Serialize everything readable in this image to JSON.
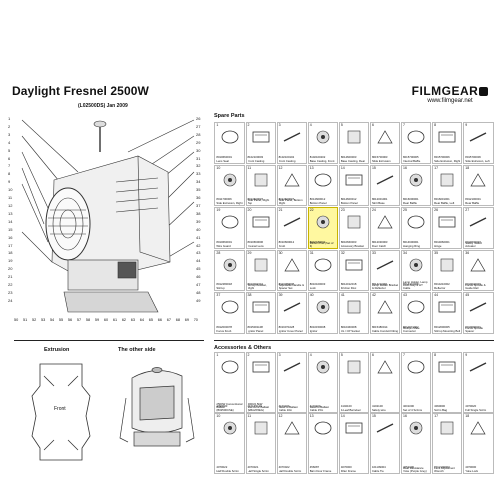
{
  "header": {
    "title": "Daylight Fresnel 2500W",
    "subtitle": "(L02500DS) Jan 2009",
    "brand": "FILMGEAR",
    "url": "www.filmgear.net"
  },
  "sections": {
    "spare_parts": "Spare Parts",
    "accessories": "Accessories & Others",
    "extrusion": "Extrusion",
    "other_side": "The other side",
    "front_label": "Front"
  },
  "callouts": {
    "left": [
      "1",
      "2",
      "3",
      "4",
      "5",
      "6",
      "7",
      "8",
      "9",
      "10",
      "11",
      "12",
      "13",
      "14",
      "15",
      "16",
      "17",
      "18",
      "19",
      "20",
      "21",
      "22",
      "23",
      "24"
    ],
    "right": [
      "26",
      "27",
      "28",
      "29",
      "30",
      "31",
      "32",
      "33",
      "34",
      "35",
      "36",
      "37",
      "38",
      "39",
      "40",
      "41",
      "42",
      "43",
      "44",
      "45",
      "46",
      "47",
      "48",
      "49"
    ],
    "bottom": [
      "50",
      "51",
      "52",
      "53",
      "54",
      "55",
      "56",
      "57",
      "58",
      "59",
      "60",
      "61",
      "62",
      "63",
      "64",
      "65",
      "66",
      "67",
      "68",
      "69",
      "70"
    ]
  },
  "spare_parts": [
    {
      "num": "1",
      "code": "8010660001",
      "desc": "Lens Seal"
    },
    {
      "num": "2",
      "code": "8102100003",
      "desc": "Front Casting"
    },
    {
      "num": "3",
      "code": "8102100102",
      "desc": "Front Casting"
    },
    {
      "num": "4",
      "code": "8102100202",
      "desc": "Base Casting, Front"
    },
    {
      "num": "5",
      "code": "8014600003",
      "desc": "Base Casting, Rear"
    },
    {
      "num": "6",
      "code": "8015700003",
      "desc": "Slide Extrusion"
    },
    {
      "num": "7",
      "code": "8015700005",
      "desc": "Internal Baffle"
    },
    {
      "num": "8",
      "code": "8015700006",
      "desc": "Side Extrusion, Right"
    },
    {
      "num": "9",
      "code": "8015700006",
      "desc": "Side Extrusion, Left"
    },
    {
      "num": "10",
      "code": "8011700006",
      "desc": "Side Extrusion, Right"
    },
    {
      "num": "11",
      "code": "8014600007",
      "desc": "Side Panel, Right Top"
    },
    {
      "num": "12",
      "code": "8014600007",
      "desc": "Side Panel, Bottom Right"
    },
    {
      "num": "13",
      "code": "8014600012",
      "desc": "Bottom Panel"
    },
    {
      "num": "14",
      "code": "8014600012",
      "desc": "Bottom Panel"
    },
    {
      "num": "15",
      "code": "8012001001",
      "desc": "Skirt Base"
    },
    {
      "num": "16",
      "code": "8016000001",
      "desc": "Rear Baffle"
    },
    {
      "num": "17",
      "code": "8016001001",
      "desc": "Rear Baffle, Left"
    },
    {
      "num": "18",
      "code": "8012100001",
      "desc": "Rear Baffle"
    },
    {
      "num": "19",
      "code": "8010660001",
      "desc": "Wire Guard"
    },
    {
      "num": "20",
      "code": "8010660006",
      "desc": "Fresnel Lens"
    },
    {
      "num": "21",
      "code": "8010660012",
      "desc": "Knob"
    },
    {
      "num": "22",
      "code": "8010180002",
      "desc": "Ribbon Pad (Set of 4)"
    },
    {
      "num": "23",
      "code": "8010660003",
      "desc": "Accessory Bracket"
    },
    {
      "num": "24",
      "code": "8012030003",
      "desc": "Door Catch"
    },
    {
      "num": "25",
      "code": "8014600001",
      "desc": "Hanging Ring"
    },
    {
      "num": "26",
      "code": "8014660001",
      "desc": "Hinge"
    },
    {
      "num": "27",
      "code": "8014570007",
      "desc": "Safety Switch Actuator"
    },
    {
      "num": "28",
      "code": "8012280018",
      "desc": "Stirrup"
    },
    {
      "num": "29",
      "code": "8013007210",
      "desc": "Stirrup Bracket, Right"
    },
    {
      "num": "30",
      "code": "8010380005",
      "desc": "Adjustable Handle & Spacer Set"
    },
    {
      "num": "31",
      "code": "8010100003",
      "desc": "Lock"
    },
    {
      "num": "32",
      "code": "8012012018",
      "desc": "Friction Disc"
    },
    {
      "num": "33",
      "code": "8014210001",
      "desc": "Lamp Holder Bracket & Reflector"
    },
    {
      "num": "34",
      "code": "8014310008",
      "desc": "Lamp Holder, Lamp Lock Assy & HT Cable"
    },
    {
      "num": "35",
      "code": "8014210002",
      "desc": "Reflector"
    },
    {
      "num": "36",
      "code": "8010040003",
      "desc": "Focus Spindle & Guide Rail"
    },
    {
      "num": "37",
      "code": "8012000078",
      "desc": "Focus Knob"
    },
    {
      "num": "38",
      "code": "8015001108",
      "desc": "Ignitor Panel"
    },
    {
      "num": "39",
      "code": "8016071028",
      "desc": "Ignitor Cover Panel"
    },
    {
      "num": "40",
      "code": "8010150008",
      "desc": "Ignitor"
    },
    {
      "num": "41",
      "code": "8010460008",
      "desc": "UL / CP Socket"
    },
    {
      "num": "42",
      "code": "8015480014",
      "desc": "Cable Conduit Fitting"
    },
    {
      "num": "43",
      "code": "8010071002",
      "desc": "Multipin Male Connector"
    },
    {
      "num": "44",
      "code": "8012000005",
      "desc": "Stirrup Mounting Bolt"
    },
    {
      "num": "45",
      "code": "8010090001",
      "desc": "Focus Spindle Spacer"
    }
  ],
  "accessories": [
    {
      "num": "1",
      "code": "4090000",
      "desc": "2500W Conventional Ballast (B02500CSE)"
    },
    {
      "num": "2",
      "code": "4101P2120",
      "desc": "4000/2.5kW Electronic Ballast (EBA2K5EG)"
    },
    {
      "num": "3",
      "code": "4101100",
      "desc": "Head to Ballast Cable 10m"
    },
    {
      "num": "4",
      "code": "4101100",
      "desc": "Head to Ballast Cable 15m"
    },
    {
      "num": "5",
      "code": "4102100",
      "desc": "4-Leaf Barndoor"
    },
    {
      "num": "6",
      "code": "4102100",
      "desc": "Safety wire"
    },
    {
      "num": "7",
      "code": "4001000",
      "desc": "Set of 4 Scrims"
    },
    {
      "num": "8",
      "code": "4090000",
      "desc": "Scrim Bag"
    },
    {
      "num": "9",
      "code": "4070020",
      "desc": "Full Single Scrim"
    },
    {
      "num": "10",
      "code": "4070022",
      "desc": "Half Double Scrim"
    },
    {
      "num": "11",
      "code": "4070021",
      "desc": "Half Single Scrim"
    },
    {
      "num": "12",
      "code": "4070022",
      "desc": "Half Double Scrim"
    },
    {
      "num": "13",
      "code": "456087",
      "desc": "Barn Door Frame"
    },
    {
      "num": "14",
      "code": "4070000",
      "desc": "Filter Frame"
    },
    {
      "num": "15",
      "code": "101109004",
      "desc": "Cable Tie"
    },
    {
      "num": "16",
      "code": "4051000",
      "desc": "Heat Resistance Yoke (Purple Grey)"
    },
    {
      "num": "17",
      "code": "8012100003",
      "desc": "Lens Adjustment Wrench"
    },
    {
      "num": "18",
      "code": "4070000",
      "desc": "Yoke Lock"
    }
  ]
}
